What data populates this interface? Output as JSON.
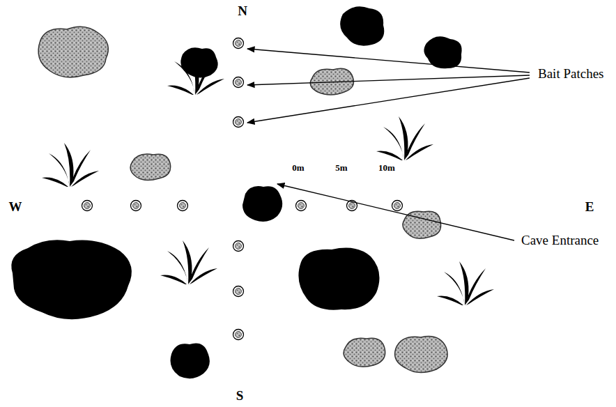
{
  "diagram": {
    "labels": [
      "N",
      "Bait Patches",
      "0m",
      "5m",
      "10m",
      "W",
      "E",
      "Cave Entrance",
      "S"
    ]
  }
}
